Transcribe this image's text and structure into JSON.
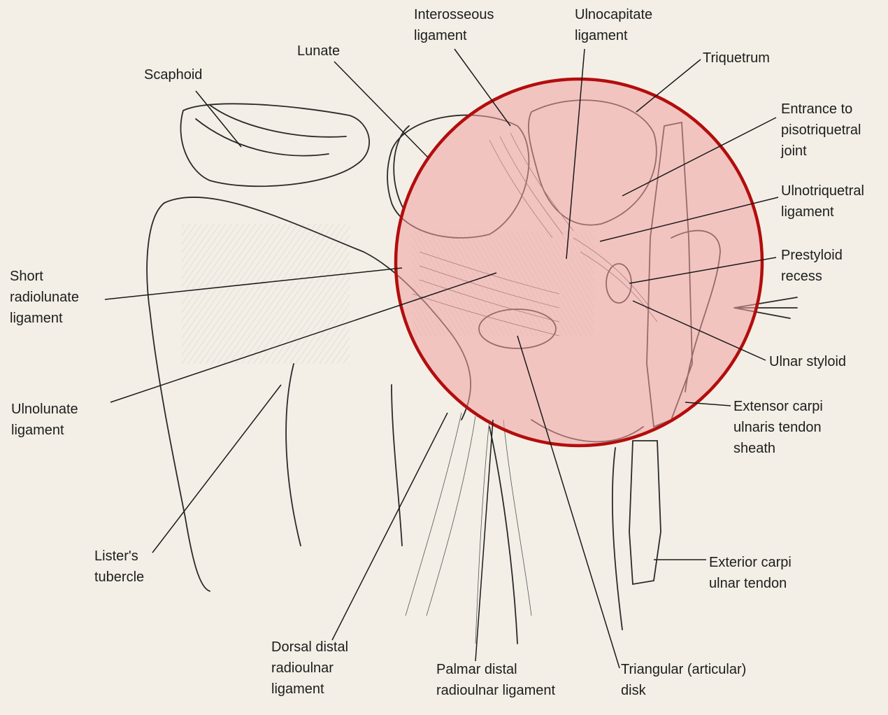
{
  "labels": {
    "interosseous_ligament": [
      "Interosseous",
      "ligament"
    ],
    "ulnocapitate_ligament": [
      "Ulnocapitate",
      "ligament"
    ],
    "lunate": [
      "Lunate"
    ],
    "scaphoid": [
      "Scaphoid"
    ],
    "triquetrum": [
      "Triquetrum"
    ],
    "entrance_pisotriquetral": [
      "Entrance to",
      "pisotriquetral",
      "joint"
    ],
    "ulnotriquetral_ligament": [
      "Ulnotriquetral",
      "ligament"
    ],
    "prestyloid_recess": [
      "Prestyloid",
      "recess"
    ],
    "short_radiolunate": [
      "Short",
      "radiolunate",
      "ligament"
    ],
    "ulnar_styloid": [
      "Ulnar styloid"
    ],
    "ulnolunate_ligament": [
      "Ulnolunate",
      "ligament"
    ],
    "ecu_tendon_sheath": [
      "Extensor carpi",
      "ulnaris tendon",
      "sheath"
    ],
    "listers_tubercle": [
      "Lister's",
      "tubercle"
    ],
    "exterior_carpi_ulnar_tendon": [
      "Exterior carpi",
      "ulnar tendon"
    ],
    "dorsal_distal_radioulnar": [
      "Dorsal distal",
      "radioulnar",
      "ligament"
    ],
    "palmar_distal_radioulnar": [
      "Palmar distal",
      "radioulnar ligament"
    ],
    "triangular_disk": [
      "Triangular (articular)",
      "disk"
    ]
  },
  "colors": {
    "highlight_fill": "#f0a0a0",
    "highlight_stroke": "#b30d0d",
    "paper": "#f3efe6",
    "ink": "#1d1d1d"
  }
}
